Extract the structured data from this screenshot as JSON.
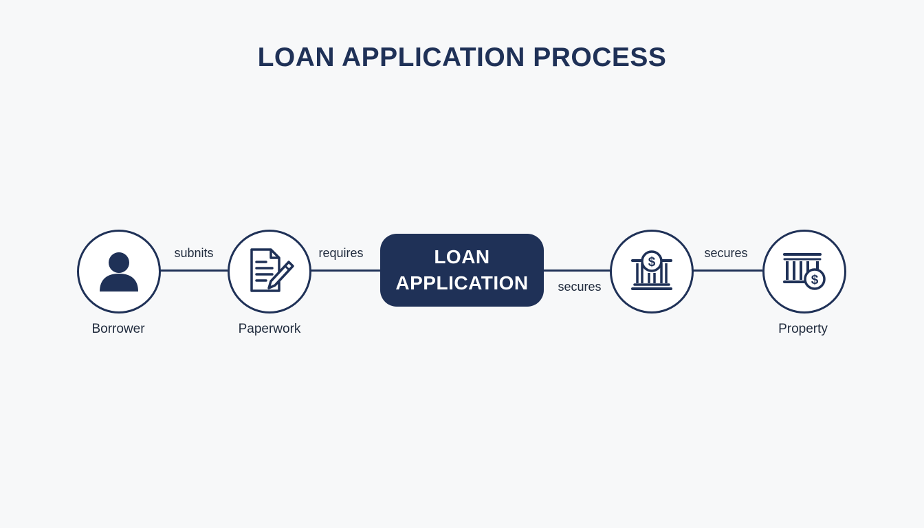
{
  "title": "LOAN APPLICATION PROCESS",
  "nodes": {
    "borrower": {
      "label": "Borrower",
      "icon": "person-icon"
    },
    "paperwork": {
      "label": "Paperwork",
      "icon": "document-pen-icon"
    },
    "loan_application": {
      "line1": "LOAN",
      "line2": "APPLICATION"
    },
    "bank": {
      "label": "",
      "icon": "bank-dollar-icon"
    },
    "property": {
      "label": "Property",
      "icon": "building-dollar-icon"
    }
  },
  "edges": {
    "borrower_paperwork": "subnits",
    "paperwork_loan": "requires",
    "loan_bank": "secures",
    "bank_property": "secures"
  },
  "colors": {
    "primary": "#1f3157",
    "background": "#f7f8f9",
    "text": "#1f2a3c"
  }
}
